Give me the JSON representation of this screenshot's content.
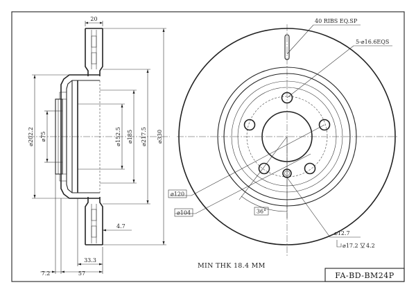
{
  "diagram": {
    "part_number": "FA-BD-BM24P",
    "min_thickness": "MIN THK 18.4 MM",
    "ribs_note": "40 RIBS EQ.SP",
    "holes_note": "5-⌀16.6EQS",
    "dim_top_width": "20",
    "dim_diameter_202": "⌀202.2",
    "dim_diameter_75": "⌀75",
    "dim_diameter_152": "⌀152.5",
    "dim_diameter_185": "⌀185",
    "dim_diameter_217": "⌀217.5",
    "dim_diameter_330": "⌀330",
    "dim_hat_wall": "4.7",
    "dim_depth_33": "33.3",
    "dim_flange": "7.2",
    "dim_overall_height": "57",
    "dim_pcd_120": "⌀120",
    "dim_center_bore": "⌀104",
    "dim_angle": "36°",
    "dim_small_hole": "⌀12.7",
    "dim_counterbore": "⌀17.2",
    "dim_counterbore_depth": "4.2"
  }
}
